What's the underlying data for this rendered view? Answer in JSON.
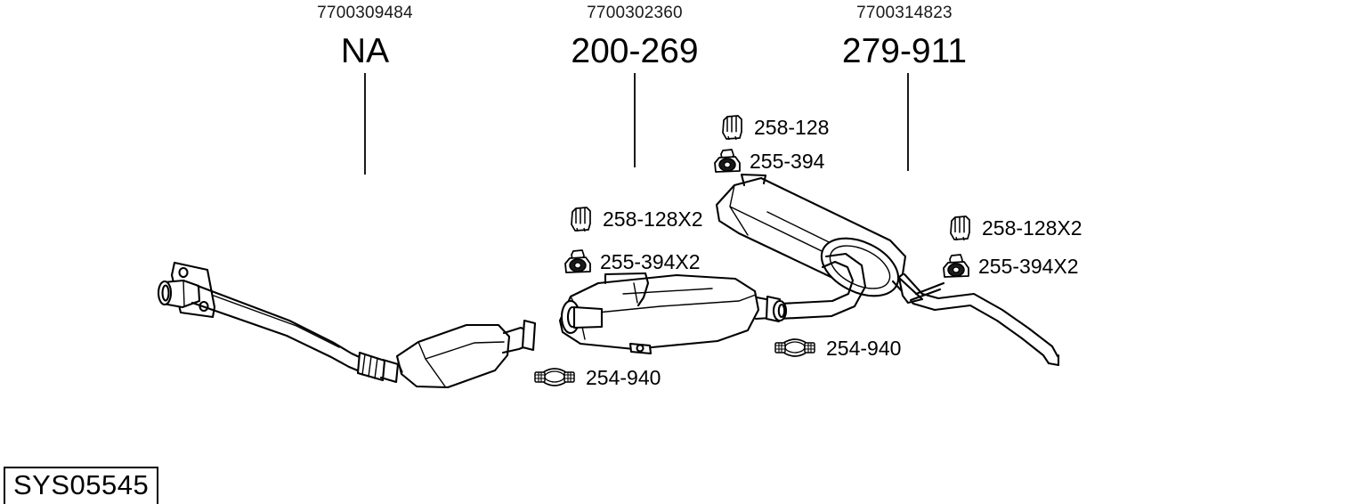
{
  "diagram": {
    "system_code": "SYS05545",
    "groups": [
      {
        "part_number": "7700309484",
        "code": "NA"
      },
      {
        "part_number": "7700302360",
        "code": "200-269"
      },
      {
        "part_number": "7700314823",
        "code": "279-911"
      }
    ],
    "callouts": [
      {
        "icon": "exhaust-bracket-icon",
        "label": "258-128"
      },
      {
        "icon": "rubber-mount-icon",
        "label": "255-394"
      },
      {
        "icon": "exhaust-bracket-icon",
        "label": "258-128X2"
      },
      {
        "icon": "rubber-mount-icon",
        "label": "255-394X2"
      },
      {
        "icon": "exhaust-bracket-icon",
        "label": "258-128X2"
      },
      {
        "icon": "rubber-mount-icon",
        "label": "255-394X2"
      },
      {
        "icon": "exhaust-clamp-icon",
        "label": "254-940"
      },
      {
        "icon": "exhaust-clamp-icon",
        "label": "254-940"
      }
    ]
  },
  "colors": {
    "ink": "#000000",
    "paper": "#ffffff",
    "label_ink": "#1a1a1a"
  }
}
